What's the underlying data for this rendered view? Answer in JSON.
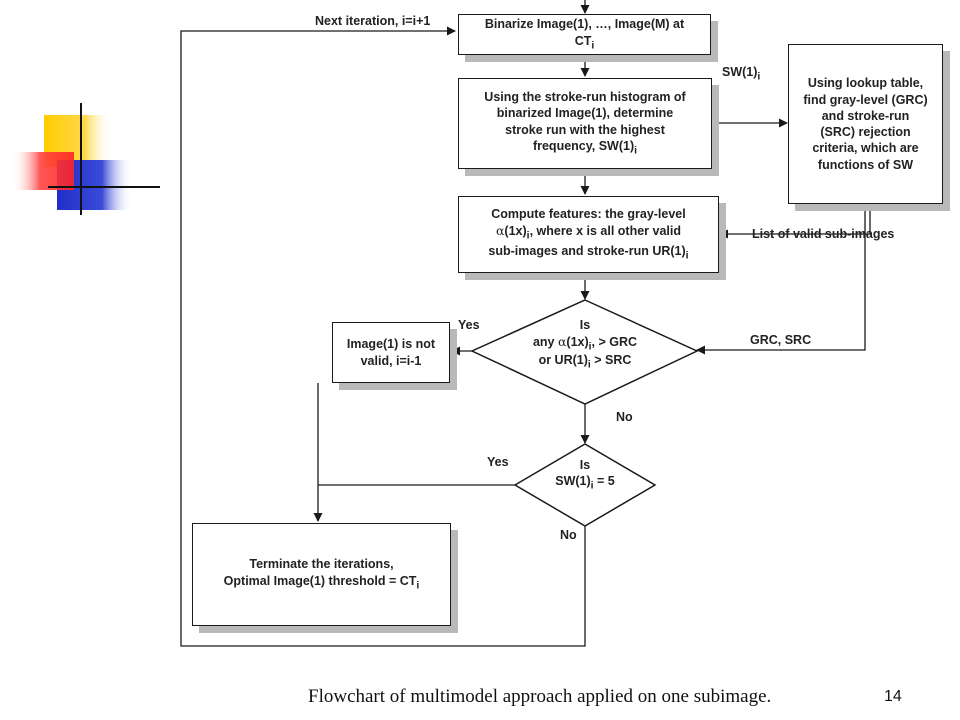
{
  "caption": "Flowchart of multimodel approach applied on one subimage.",
  "page_number": "14",
  "colors": {
    "logo_yellow": "#ffcc00",
    "logo_red": "#ff3333",
    "logo_blue": "#2233cc",
    "shadow": "#b9b9b9"
  },
  "nodes": {
    "binarize": {
      "line1": "Binarize Image(1), …, Image(M) at",
      "line2": "CT",
      "sub": "i"
    },
    "histogram": {
      "line1": "Using  the stroke-run histogram of",
      "line2": "binarized Image(1), determine",
      "line3": "stroke run with the highest",
      "line4": "frequency, SW(1)",
      "sub": "i"
    },
    "lookup": {
      "line1": "Using lookup table,",
      "line2": "find gray-level (GRC)",
      "line3": "and stroke-run",
      "line4": "(SRC) rejection",
      "line5": "criteria, which are",
      "line6": "functions of SW"
    },
    "features": {
      "line1": "Compute features: the gray-level",
      "alpha": "α",
      "line2a": "(1x)",
      "sub": "i",
      "line2b": ", where x is all other valid",
      "line3": "sub-images and stroke-run UR(1)",
      "sub3": "i"
    },
    "not_valid": {
      "line1": "Image(1) is not",
      "line2": "valid, i=i-1"
    },
    "terminate": {
      "line1": "Terminate the iterations,",
      "line2": "Optimal Image(1) threshold =  CT",
      "sub": "i"
    }
  },
  "decisions": {
    "grc_check": {
      "line1": "Is",
      "line2a": "any ",
      "alpha": "α",
      "line2b": "(1x)",
      "sub": "i",
      "line2c": ", > GRC",
      "line3a": "or UR(1)",
      "sub3": "i",
      "line3b": " > SRC"
    },
    "sw_check": {
      "line1": "Is",
      "line2a": "SW(1)",
      "sub": "i",
      "line2b": " = 5"
    }
  },
  "edge_labels": {
    "next_iteration": "Next iteration, i=i+1",
    "sw_value": "SW(1)",
    "sw_sub": "i",
    "valid_subimages": "List of valid sub-images",
    "grc_src": "GRC, SRC",
    "yes1": "Yes",
    "no1": "No",
    "yes2": "Yes",
    "no2": "No"
  }
}
